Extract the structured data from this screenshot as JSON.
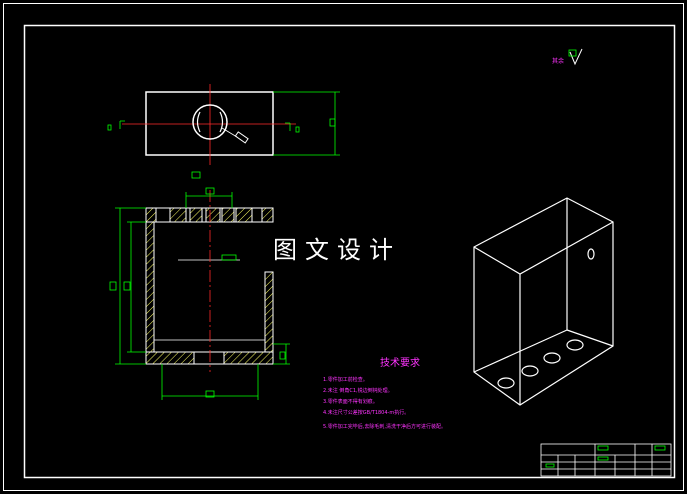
{
  "colors": {
    "background": "#000000",
    "outline": "#ffffff",
    "centerline": "#ff2a2a",
    "dimension": "#00ff00",
    "hatch": "#ffff66",
    "note": "#ff33ff",
    "watermark": "#ffffff"
  },
  "watermark": "图文设计",
  "roughness_label": "其余",
  "technical_requirements": {
    "title": "技术要求",
    "items": [
      "1.零件加工前检查。",
      "2.未注   倒角C1,锐边倒钝处理。",
      "3.零件表面不得有划痕。",
      "4.未注尺寸公差按GB/T1804-m执行。",
      "5.零件加工完毕后,去除毛刺,清洗干净后方可进行装配。"
    ]
  },
  "title_block": {
    "part_name": "",
    "drawing_label": "",
    "bottom_label": ""
  }
}
